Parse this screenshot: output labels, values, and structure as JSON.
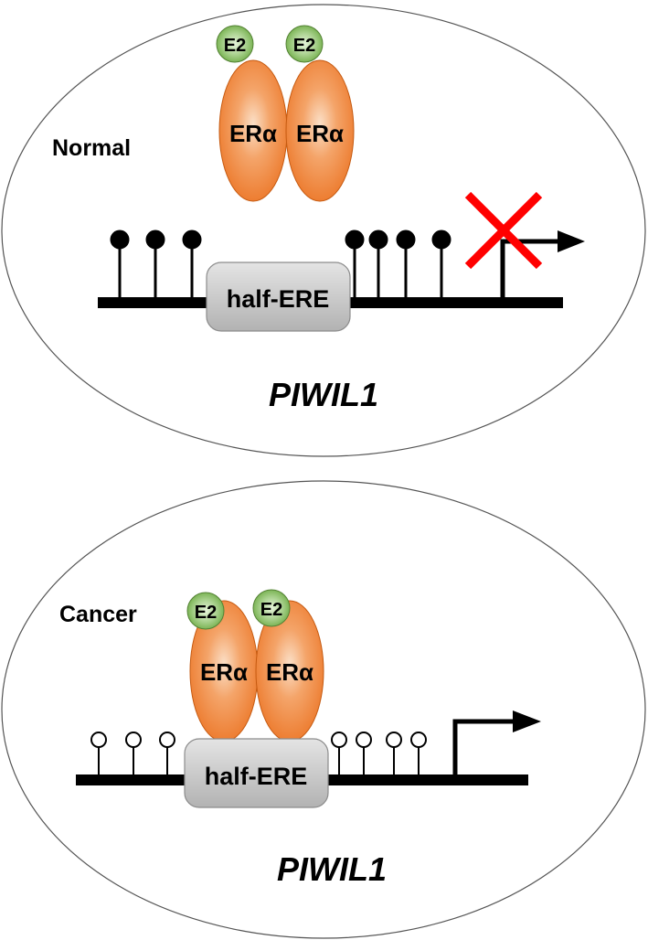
{
  "panels": {
    "normal": {
      "condition_label": "Normal",
      "gene_label": "PIWIL1",
      "ligand_labels": [
        "E2",
        "E2"
      ],
      "receptor_labels": [
        "ERα",
        "ERα"
      ],
      "element_label": "half-ERE",
      "cpg_state": "methylated",
      "transcription": "blocked"
    },
    "cancer": {
      "condition_label": "Cancer",
      "gene_label": "PIWIL1",
      "ligand_labels": [
        "E2",
        "E2"
      ],
      "receptor_labels": [
        "ERα",
        "ERα"
      ],
      "element_label": "half-ERE",
      "cpg_state": "unmethylated",
      "transcription": "active"
    }
  },
  "colors": {
    "receptor_fill": "#ed7d31",
    "receptor_highlight": "#fbe0c8",
    "ligand_fill": "#70ad47",
    "ligand_highlight": "#e8f5dc",
    "element_fill": "#bfbfbf",
    "block_x": "#ff0000",
    "line": "#000000",
    "cell_outline": "#555555"
  }
}
